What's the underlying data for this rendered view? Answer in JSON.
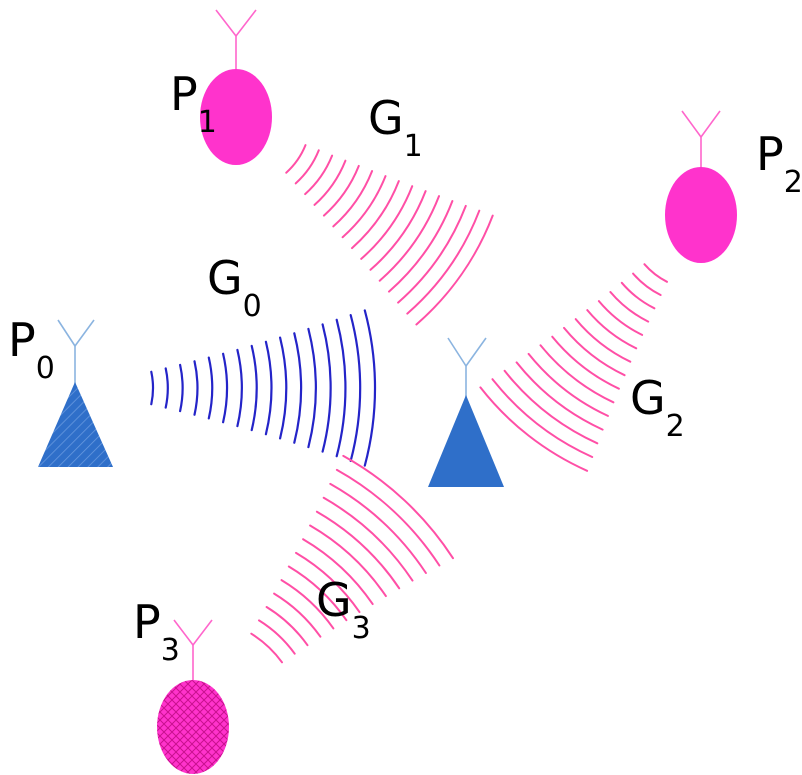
{
  "colors": {
    "primary_node": "#2f6fc9",
    "primary_antenna": "#8bb4e0",
    "primary_wave": "#2424c8",
    "secondary_node": "#ff33cc",
    "secondary_antenna": "#ff66cc",
    "secondary_wave": "#ff4fa6",
    "label": "#000000"
  },
  "nodes": {
    "P0": {
      "letter": "P",
      "sub": "0",
      "shape": "triangle",
      "fill": "hatched"
    },
    "P1": {
      "letter": "P",
      "sub": "1",
      "shape": "ellipse",
      "fill": "solid"
    },
    "P2": {
      "letter": "P",
      "sub": "2",
      "shape": "ellipse",
      "fill": "solid"
    },
    "P3": {
      "letter": "P",
      "sub": "3",
      "shape": "ellipse",
      "fill": "crosshatched"
    },
    "receiver": {
      "shape": "triangle",
      "fill": "solid"
    }
  },
  "links": {
    "G0": {
      "letter": "G",
      "sub": "0"
    },
    "G1": {
      "letter": "G",
      "sub": "1"
    },
    "G2": {
      "letter": "G",
      "sub": "2"
    },
    "G3": {
      "letter": "G",
      "sub": "3"
    }
  },
  "icons": {
    "antenna": "antenna-icon",
    "wave": "signal-wave-icon"
  }
}
